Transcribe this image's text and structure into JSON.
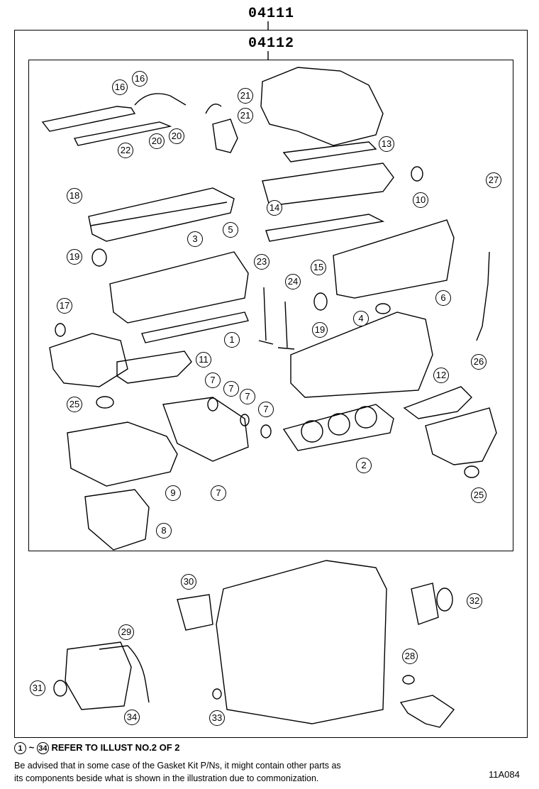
{
  "outer_code": "04111",
  "inner_code": "04112",
  "callouts": [
    {
      "n": "16"
    },
    {
      "n": "16"
    },
    {
      "n": "21"
    },
    {
      "n": "21"
    },
    {
      "n": "20"
    },
    {
      "n": "20"
    },
    {
      "n": "22"
    },
    {
      "n": "13"
    },
    {
      "n": "27"
    },
    {
      "n": "10"
    },
    {
      "n": "18"
    },
    {
      "n": "14"
    },
    {
      "n": "5"
    },
    {
      "n": "3"
    },
    {
      "n": "19"
    },
    {
      "n": "23"
    },
    {
      "n": "24"
    },
    {
      "n": "15"
    },
    {
      "n": "6"
    },
    {
      "n": "17"
    },
    {
      "n": "4"
    },
    {
      "n": "19"
    },
    {
      "n": "1"
    },
    {
      "n": "11"
    },
    {
      "n": "26"
    },
    {
      "n": "12"
    },
    {
      "n": "7"
    },
    {
      "n": "7"
    },
    {
      "n": "7"
    },
    {
      "n": "7"
    },
    {
      "n": "25"
    },
    {
      "n": "2"
    },
    {
      "n": "9"
    },
    {
      "n": "7"
    },
    {
      "n": "25"
    },
    {
      "n": "8"
    },
    {
      "n": "30"
    },
    {
      "n": "32"
    },
    {
      "n": "29"
    },
    {
      "n": "28"
    },
    {
      "n": "31"
    },
    {
      "n": "34"
    },
    {
      "n": "33"
    }
  ],
  "footer": {
    "ref_start": "1",
    "ref_tilde": "~",
    "ref_end": "34",
    "ref_text": "REFER TO ILLUST NO.2 OF 2",
    "note_line1": "Be advised that in some case of the Gasket Kit P/Ns, it might contain other parts as",
    "note_line2": "its components beside what is shown in the illustration due to commonization.",
    "figure_code": "11A084"
  }
}
